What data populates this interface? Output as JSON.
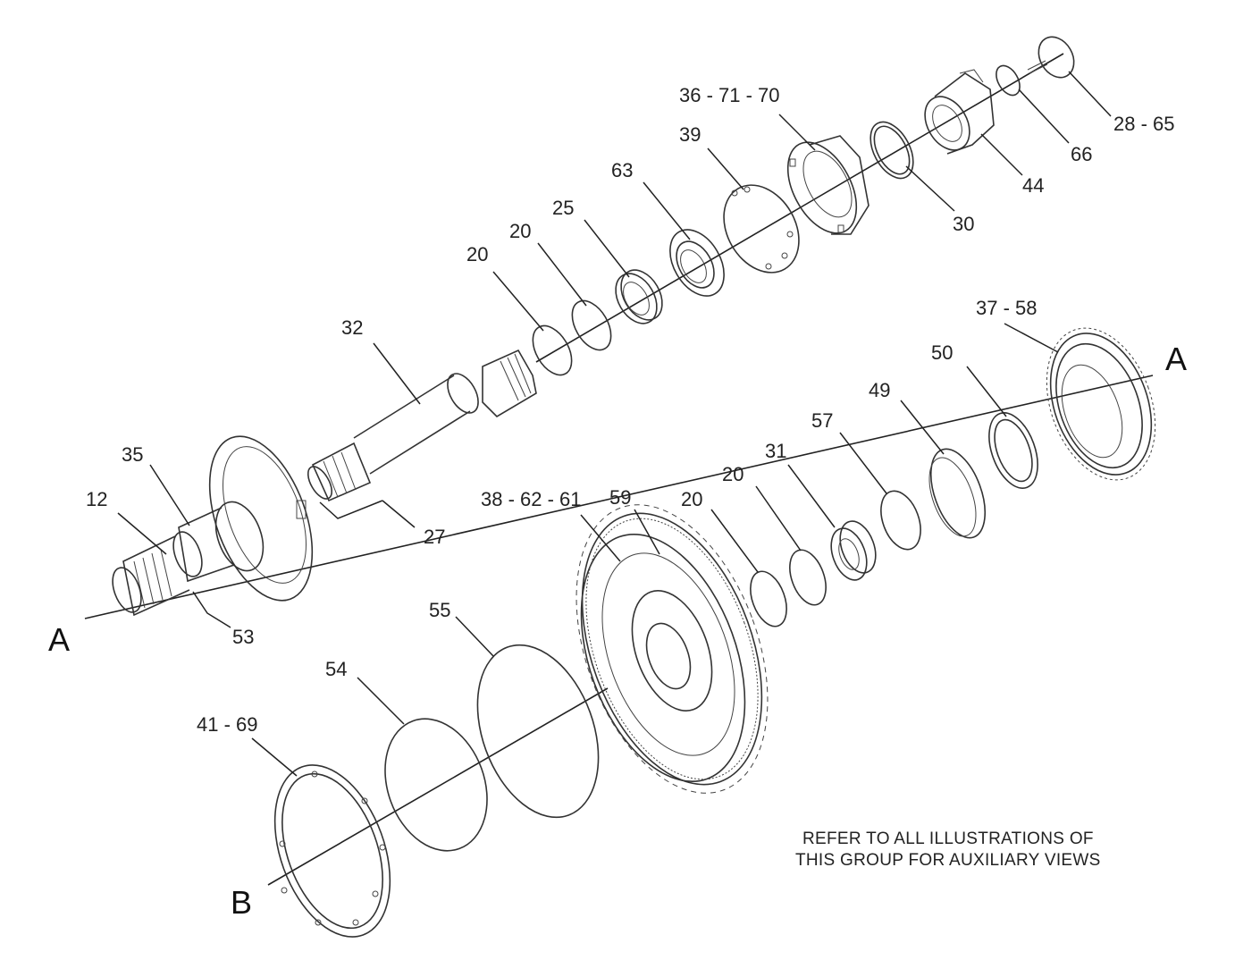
{
  "axis_letters": [
    "A",
    "A",
    "B"
  ],
  "callouts": {
    "c_28_65": "28 - 65",
    "c_66": "66",
    "c_44": "44",
    "c_30": "30",
    "c_36_71_70": "36 - 71 - 70",
    "c_39": "39",
    "c_63": "63",
    "c_25": "25",
    "c_20a": "20",
    "c_20b": "20",
    "c_32": "32",
    "c_35": "35",
    "c_12": "12",
    "c_27": "27",
    "c_53": "53",
    "c_37_58": "37 - 58",
    "c_50": "50",
    "c_49": "49",
    "c_57": "57",
    "c_31": "31",
    "c_20c": "20",
    "c_20d": "20",
    "c_59": "59",
    "c_38_62_61": "38 - 62 - 61",
    "c_55": "55",
    "c_54": "54",
    "c_41_69": "41 - 69"
  },
  "note": {
    "line1": "REFER TO ALL ILLUSTRATIONS OF",
    "line2": "THIS GROUP FOR AUXILIARY VIEWS"
  }
}
